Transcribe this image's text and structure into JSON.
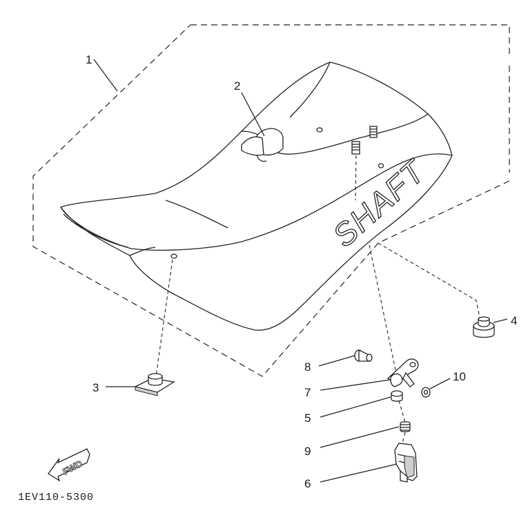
{
  "diagram": {
    "seat_cover_text": "SHAFT",
    "direction_label": "FWD",
    "drawing_code": "1EV110-5300",
    "callouts": [
      {
        "id": "1",
        "label": "1"
      },
      {
        "id": "2",
        "label": "2"
      },
      {
        "id": "3",
        "label": "3"
      },
      {
        "id": "4",
        "label": "4"
      },
      {
        "id": "5",
        "label": "5"
      },
      {
        "id": "6",
        "label": "6"
      },
      {
        "id": "7",
        "label": "7"
      },
      {
        "id": "8",
        "label": "8"
      },
      {
        "id": "9",
        "label": "9"
      },
      {
        "id": "10",
        "label": "10"
      }
    ]
  }
}
